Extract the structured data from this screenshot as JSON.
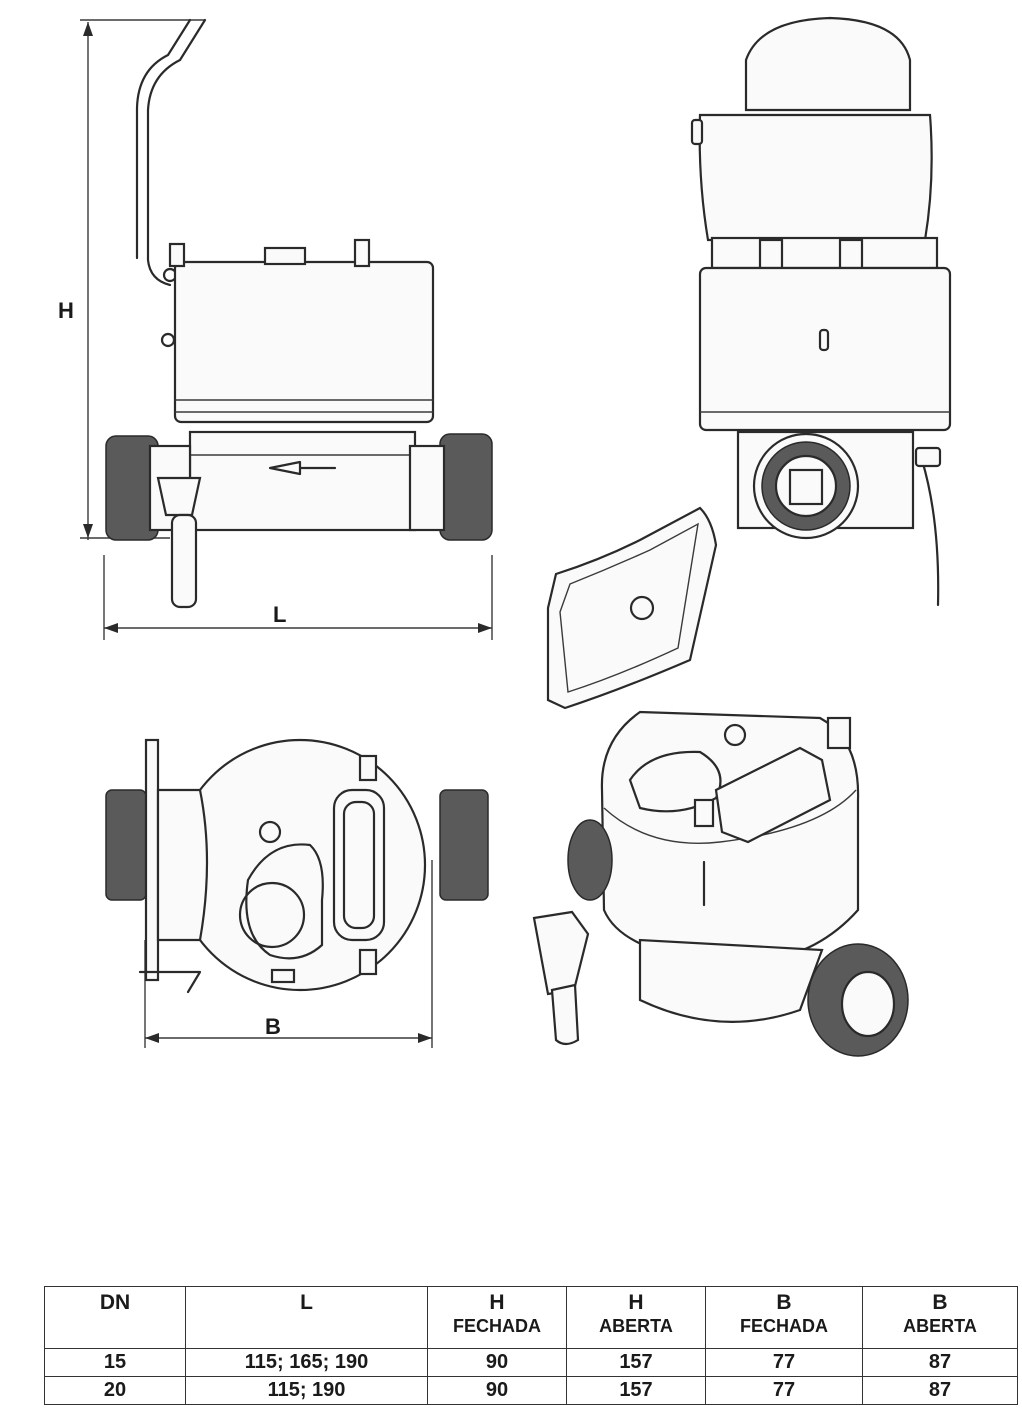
{
  "dimension_labels": {
    "height": "H",
    "length": "L",
    "width": "B"
  },
  "table": {
    "headers": [
      {
        "main": "DN",
        "sub": ""
      },
      {
        "main": "L",
        "sub": ""
      },
      {
        "main": "H",
        "sub": "FECHADA"
      },
      {
        "main": "H",
        "sub": "ABERTA"
      },
      {
        "main": "B",
        "sub": "FECHADA"
      },
      {
        "main": "B",
        "sub": "ABERTA"
      }
    ],
    "rows": [
      [
        "15",
        "115; 165; 190",
        "90",
        "157",
        "77",
        "87"
      ],
      [
        "20",
        "115; 190",
        "90",
        "157",
        "77",
        "87"
      ]
    ]
  }
}
